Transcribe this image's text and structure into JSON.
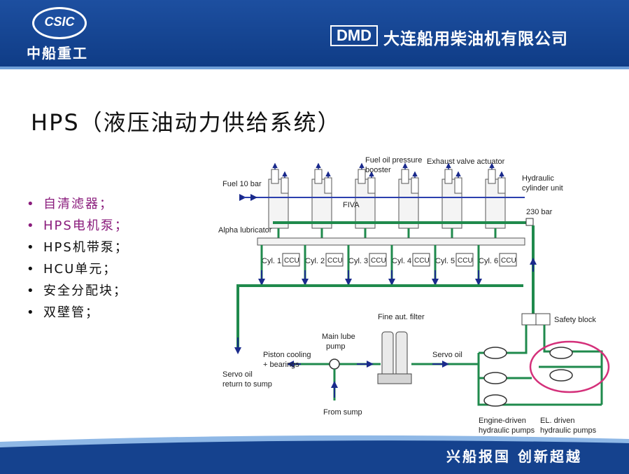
{
  "header": {
    "logo_text": "CSIC",
    "logo_cn": "中船重工",
    "dmd": "DMD",
    "company": "大连船用柴油机有限公司"
  },
  "title": "HPS（液压油动力供给系统）",
  "bullets": [
    {
      "text": "自清滤器；",
      "highlight": true
    },
    {
      "text": "HPS电机泵；",
      "highlight": true
    },
    {
      "text": "HPS机带泵；",
      "highlight": false
    },
    {
      "text": "HCU单元；",
      "highlight": false
    },
    {
      "text": "安全分配块；",
      "highlight": false
    },
    {
      "text": "双壁管；",
      "highlight": false
    }
  ],
  "bullet_symbol": "•",
  "diagram": {
    "labels": {
      "fuel": "Fuel 10 bar",
      "booster_1": "Fuel oil pressure",
      "booster_2": "booster",
      "exhaust": "Exhaust valve actuator",
      "hyd_1": "Hydraulic",
      "hyd_2": "cylinder unit",
      "fiva": "FIVA",
      "bar230": "230 bar",
      "alpha": "Alpha lubricator",
      "safety": "Safety block",
      "fine": "Fine aut. filter",
      "mainlube_1": "Main lube",
      "mainlube_2": "pump",
      "piston_1": "Piston cooling",
      "piston_2": "+ bearings",
      "servo": "Servo oil",
      "servoret_1": "Servo oil",
      "servoret_2": "return to sump",
      "sump": "From sump",
      "engine_1": "Engine-driven",
      "engine_2": "hydraulic pumps",
      "el_1": "EL. driven",
      "el_2": "hydraulic pumps"
    },
    "cylinders": [
      "Cyl. 1",
      "Cyl. 2",
      "Cyl. 3",
      "Cyl. 4",
      "Cyl. 5",
      "Cyl. 6"
    ],
    "ccu": "CCU",
    "colors": {
      "pipe": "#1f8a4c",
      "arrow": "#1a2a8c",
      "fuel_line": "#2b3fae",
      "highlight": "#d4307a"
    }
  },
  "slogan": "兴船报国  创新超越"
}
